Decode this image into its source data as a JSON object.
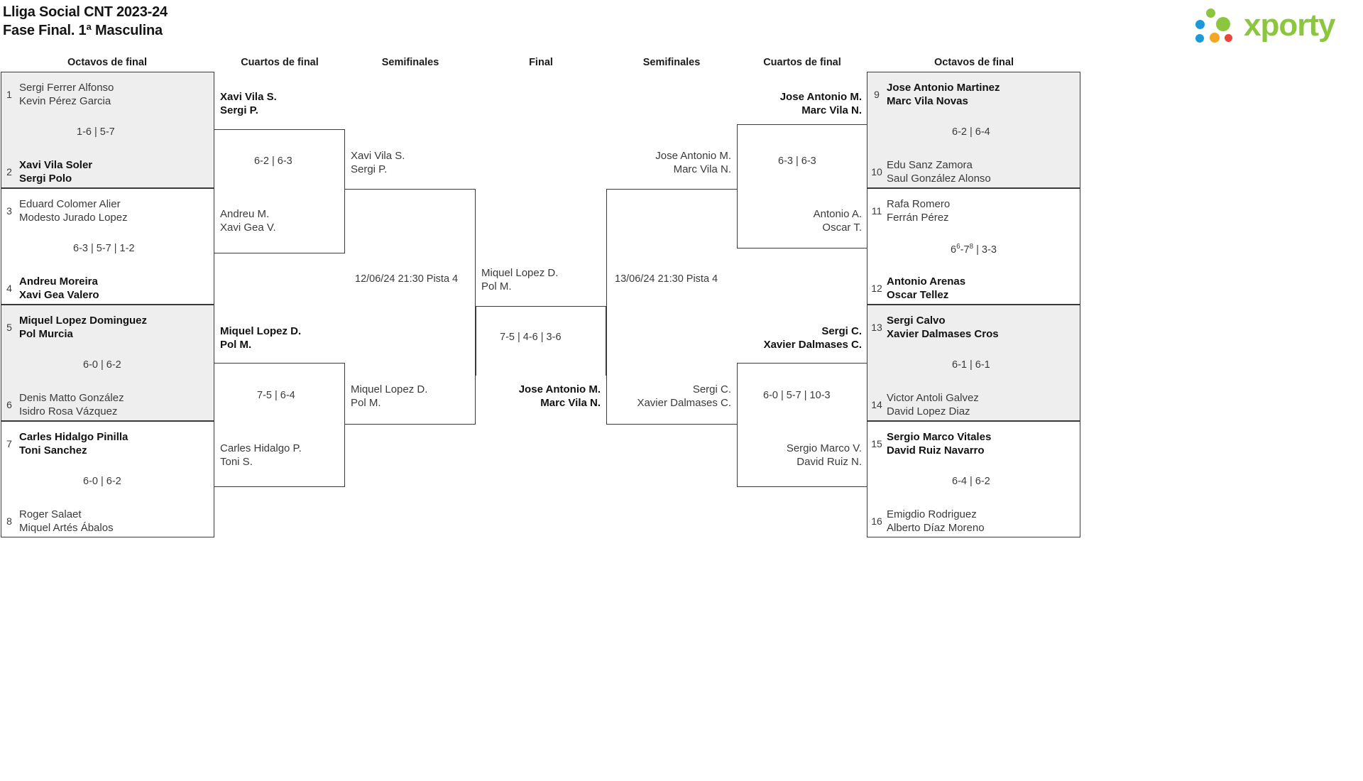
{
  "header": {
    "title_line1": "Lliga Social CNT 2023-24",
    "title_line2": "Fase Final. 1ª Masculina",
    "logo_text": "xporty",
    "logo_colors": [
      "#1b9ad6",
      "#8cc63e",
      "#f5a623",
      "#e8453c"
    ]
  },
  "round_headers": {
    "left_r16": "Octavos de final",
    "left_qf": "Cuartos de final",
    "left_sf": "Semifinales",
    "final": "Final",
    "right_sf": "Semifinales",
    "right_qf": "Cuartos de final",
    "right_r16": "Octavos de final"
  },
  "left_r16": [
    {
      "shaded": true,
      "score": "1-6 | 5-7",
      "top": {
        "seed": "1",
        "p1": "Sergi Ferrer Alfonso",
        "p2": "Kevin Pérez Garcia",
        "winner": false
      },
      "bottom": {
        "seed": "2",
        "p1": "Xavi Vila Soler",
        "p2": "Sergi Polo",
        "winner": true
      }
    },
    {
      "shaded": false,
      "score": "6-3 | 5-7 | 1-2",
      "top": {
        "seed": "3",
        "p1": "Eduard Colomer Alier",
        "p2": "Modesto Jurado Lopez",
        "winner": false
      },
      "bottom": {
        "seed": "4",
        "p1": "Andreu Moreira",
        "p2": "Xavi Gea Valero",
        "winner": true
      }
    },
    {
      "shaded": true,
      "score": "6-0 | 6-2",
      "top": {
        "seed": "5",
        "p1": "Miquel Lopez Dominguez",
        "p2": "Pol Murcia",
        "winner": true
      },
      "bottom": {
        "seed": "6",
        "p1": "Denis Matto González",
        "p2": "Isidro Rosa Vázquez",
        "winner": false
      }
    },
    {
      "shaded": false,
      "score": "6-0 | 6-2",
      "top": {
        "seed": "7",
        "p1": "Carles Hidalgo Pinilla",
        "p2": "Toni Sanchez",
        "winner": true
      },
      "bottom": {
        "seed": "8",
        "p1": "Roger Salaet",
        "p2": "Miquel Artés Ábalos",
        "winner": false
      }
    }
  ],
  "right_r16": [
    {
      "shaded": true,
      "score": "6-2 | 6-4",
      "top": {
        "seed": "9",
        "p1": "Jose Antonio Martinez",
        "p2": "Marc Vila Novas",
        "winner": true
      },
      "bottom": {
        "seed": "10",
        "p1": "Edu Sanz Zamora",
        "p2": "Saul González Alonso",
        "winner": false
      }
    },
    {
      "shaded": false,
      "score_html": "6<sup>6</sup>-7<sup>8</sup> | 3-3",
      "score": "6⁶-7⁸ | 3-3",
      "top": {
        "seed": "11",
        "p1": "Rafa Romero",
        "p2": "Ferrán Pérez",
        "winner": false
      },
      "bottom": {
        "seed": "12",
        "p1": "Antonio Arenas",
        "p2": "Oscar Tellez",
        "winner": true
      }
    },
    {
      "shaded": true,
      "score": "6-1 | 6-1",
      "top": {
        "seed": "13",
        "p1": "Sergi Calvo",
        "p2": "Xavier Dalmases Cros",
        "winner": true
      },
      "bottom": {
        "seed": "14",
        "p1": "Victor Antoli Galvez",
        "p2": "David Lopez Diaz",
        "winner": false
      }
    },
    {
      "shaded": false,
      "score": "6-4 | 6-2",
      "top": {
        "seed": "15",
        "p1": "Sergio Marco Vitales",
        "p2": "David Ruiz Navarro",
        "winner": true
      },
      "bottom": {
        "seed": "16",
        "p1": "Emigdio Rodriguez",
        "p2": "Alberto Díaz Moreno",
        "winner": false
      }
    }
  ],
  "left_qf": [
    {
      "score": "6-2 | 6-3",
      "top": {
        "p1": "Xavi Vila S.",
        "p2": "Sergi P.",
        "winner": true
      },
      "bottom": {
        "p1": "Andreu M.",
        "p2": "Xavi Gea V.",
        "winner": false
      }
    },
    {
      "score": "7-5 | 6-4",
      "top": {
        "p1": "Miquel Lopez D.",
        "p2": "Pol M.",
        "winner": true
      },
      "bottom": {
        "p1": "Carles Hidalgo P.",
        "p2": "Toni S.",
        "winner": false
      }
    }
  ],
  "right_qf": [
    {
      "score": "6-3 | 6-3",
      "top": {
        "p1": "Jose Antonio M.",
        "p2": "Marc Vila N.",
        "winner": true
      },
      "bottom": {
        "p1": "Antonio A.",
        "p2": "Oscar T.",
        "winner": false
      }
    },
    {
      "score": "6-0 | 5-7 | 10-3",
      "top": {
        "p1": "Sergi C.",
        "p2": "Xavier Dalmases C.",
        "winner": true
      },
      "bottom": {
        "p1": "Sergio Marco V.",
        "p2": "David Ruiz N.",
        "winner": false
      }
    }
  ],
  "left_sf": {
    "meta": "12/06/24 21:30 Pista 4",
    "top": {
      "p1": "Xavi Vila S.",
      "p2": "Sergi P.",
      "winner": false
    },
    "bottom": {
      "p1": "Miquel Lopez D.",
      "p2": "Pol M.",
      "winner": false
    }
  },
  "right_sf": {
    "meta": "13/06/24 21:30 Pista 4",
    "top": {
      "p1": "Jose Antonio M.",
      "p2": "Marc Vila N.",
      "winner": false
    },
    "bottom": {
      "p1": "Sergi C.",
      "p2": "Xavier Dalmases C.",
      "winner": false
    }
  },
  "final": {
    "score": "7-5 | 4-6 | 3-6",
    "top": {
      "p1": "Miquel Lopez D.",
      "p2": "Pol M.",
      "winner": false
    },
    "bottom": {
      "p1": "Jose Antonio M.",
      "p2": "Marc Vila N.",
      "winner": true
    }
  }
}
